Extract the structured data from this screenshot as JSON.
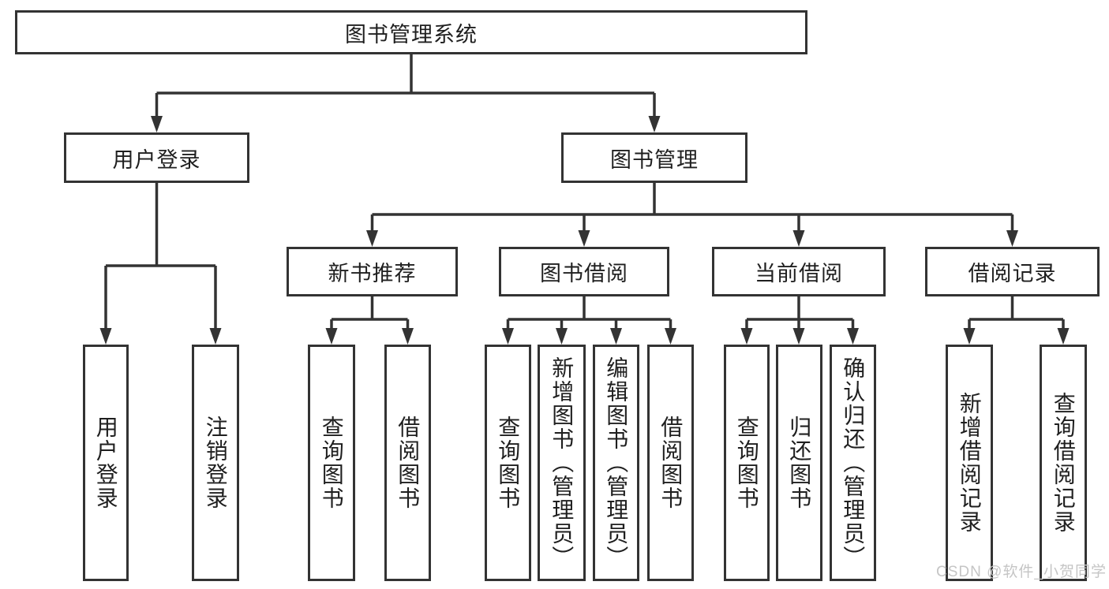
{
  "colors": {
    "line": "#333333",
    "text": "#1f1f1f",
    "background": "#ffffff",
    "watermark": "#c5c5c5"
  },
  "nodes": {
    "root": {
      "label": "图书管理系统"
    },
    "level2": [
      {
        "id": "user-login",
        "label": "用户登录"
      },
      {
        "id": "book-management",
        "label": "图书管理"
      }
    ],
    "level3": [
      {
        "id": "new-book-recommend",
        "label": "新书推荐"
      },
      {
        "id": "book-borrowing",
        "label": "图书借阅"
      },
      {
        "id": "current-borrowing",
        "label": "当前借阅"
      },
      {
        "id": "borrowing-records",
        "label": "借阅记录"
      }
    ],
    "leaves": [
      {
        "id": "user-login",
        "label": "用户登录"
      },
      {
        "id": "logout",
        "label": "注销登录"
      },
      {
        "id": "query-books-recommend",
        "label": "查询图书"
      },
      {
        "id": "borrow-books-recommend",
        "label": "借阅图书"
      },
      {
        "id": "query-books-borrowing",
        "label": "查询图书"
      },
      {
        "id": "add-books-admin",
        "label": "新增图书（管理员）"
      },
      {
        "id": "edit-books-admin",
        "label": "编辑图书（管理员）"
      },
      {
        "id": "borrow-books",
        "label": "借阅图书"
      },
      {
        "id": "query-books-current",
        "label": "查询图书"
      },
      {
        "id": "return-books",
        "label": "归还图书"
      },
      {
        "id": "confirm-return-admin",
        "label": "确认归还（管理员）"
      },
      {
        "id": "add-borrow-record",
        "label": "新增借阅记录"
      },
      {
        "id": "query-borrow-record",
        "label": "查询借阅记录"
      }
    ]
  },
  "watermark": "CSDN @软件_小贺同学"
}
